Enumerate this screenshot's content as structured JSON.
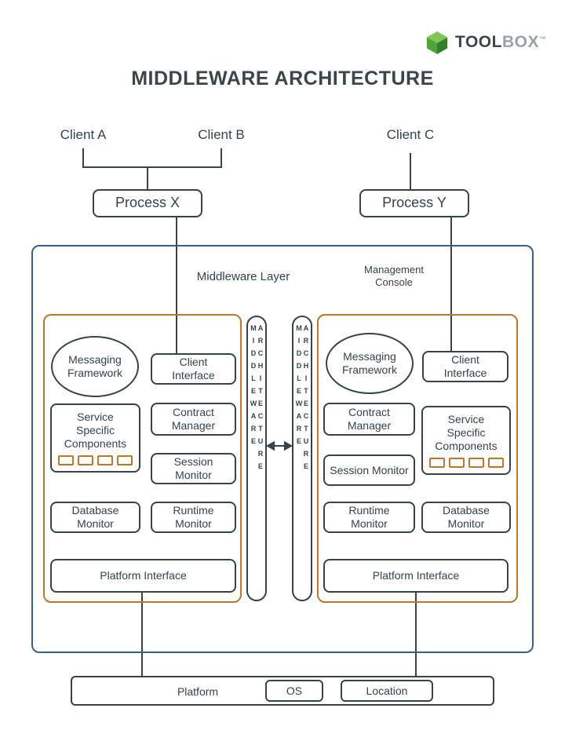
{
  "logo": {
    "brand_bold": "TOOL",
    "brand_light": "BOX",
    "trademark": "™"
  },
  "title": "MIDDLEWARE ARCHITECTURE",
  "clients": {
    "a": "Client A",
    "b": "Client B",
    "c": "Client C"
  },
  "processes": {
    "x": "Process X",
    "y": "Process Y"
  },
  "middleware": {
    "layer_label": "Middleware Layer",
    "console_label": "Management Console",
    "spine_text": "MIDDLEWARE ARCHITECTURE",
    "left": {
      "messaging_framework": "Messaging Framework",
      "client_interface": "Client Interface",
      "service_specific_components": "Service Specific Components",
      "contract_manager": "Contract Manager",
      "session_monitor": "Session Monitor",
      "database_monitor": "Database Monitor",
      "runtime_monitor": "Runtime Monitor",
      "platform_interface": "Platform Interface"
    },
    "right": {
      "messaging_framework": "Messaging Framework",
      "client_interface": "Client Interface",
      "service_specific_components": "Service Specific Components",
      "contract_manager": "Contract Manager",
      "session_monitor": "Session Monitor",
      "runtime_monitor": "Runtime Monitor",
      "database_monitor": "Database Monitor",
      "platform_interface": "Platform Interface"
    }
  },
  "platform": {
    "label": "Platform",
    "os": "OS",
    "location": "Location"
  },
  "colors": {
    "ink": "#3a4247",
    "accent_orange": "#c1772b",
    "accent_blue": "#33618c",
    "logo_green": "#4ea437"
  }
}
